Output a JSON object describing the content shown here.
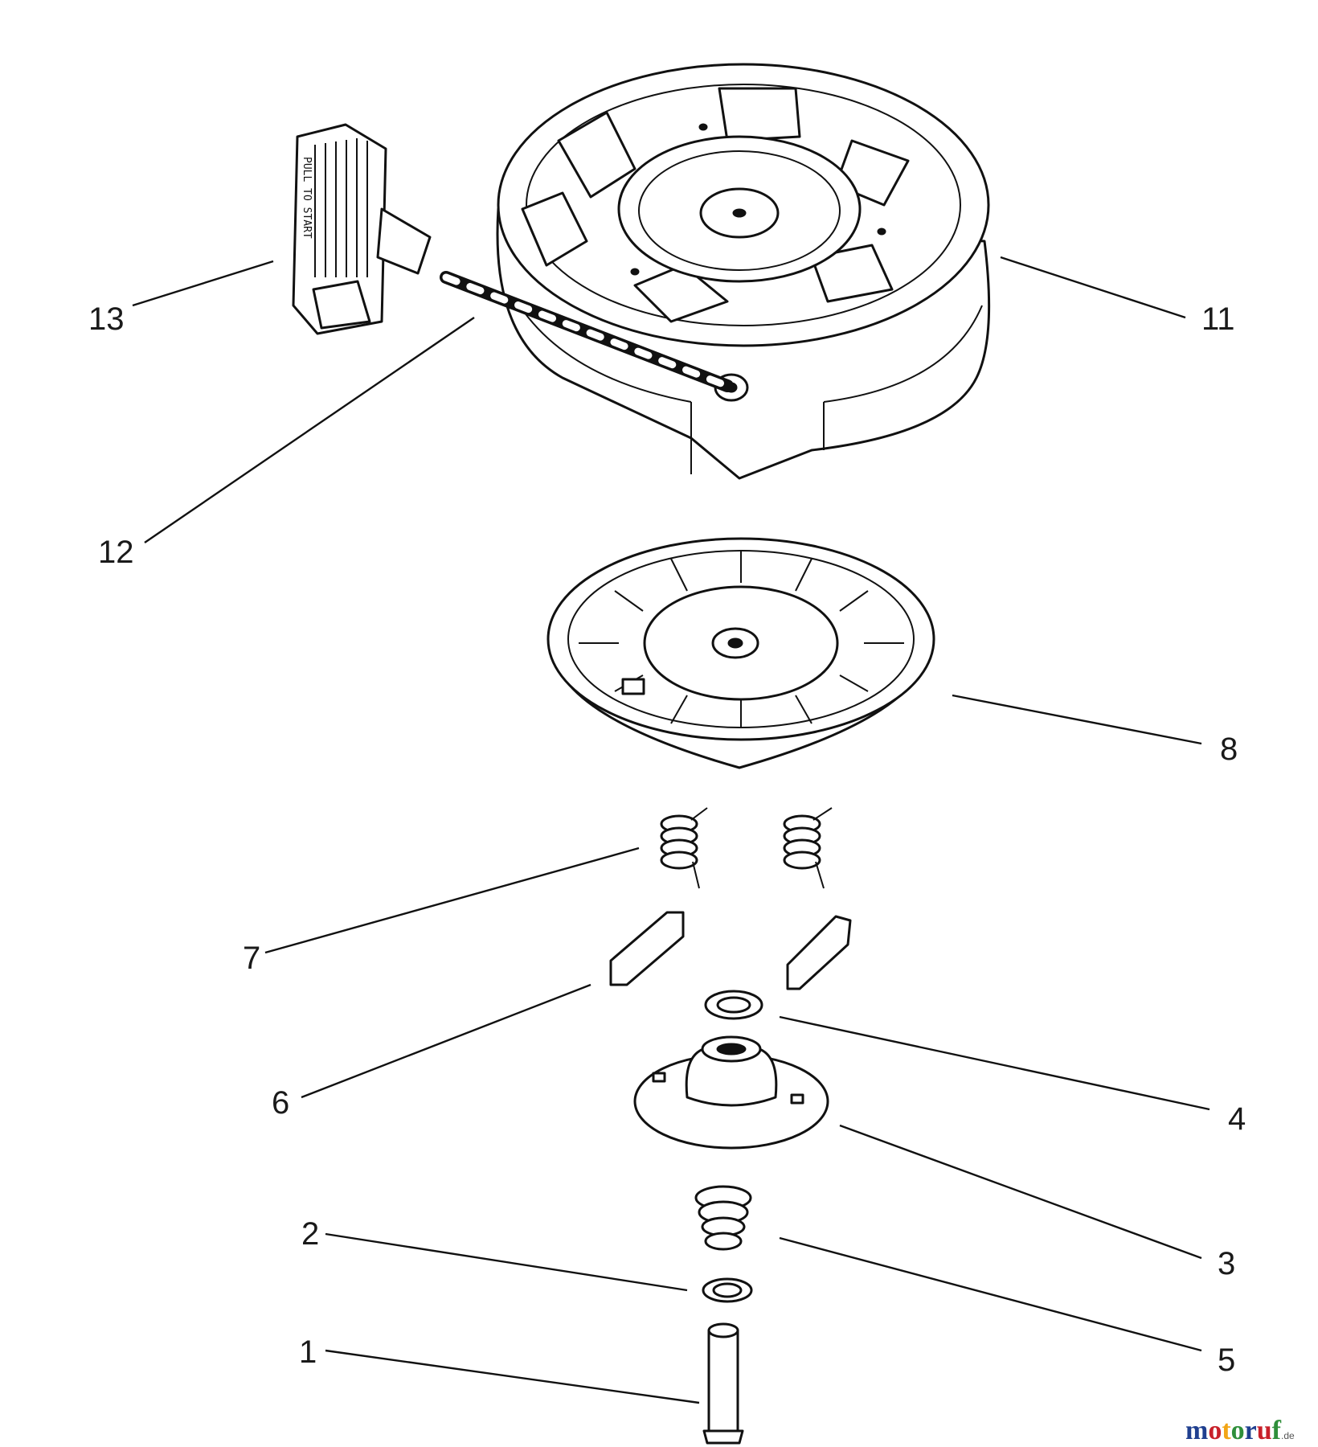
{
  "callouts": [
    {
      "id": "1",
      "label": "1"
    },
    {
      "id": "2",
      "label": "2"
    },
    {
      "id": "3",
      "label": "3"
    },
    {
      "id": "4",
      "label": "4"
    },
    {
      "id": "5",
      "label": "5"
    },
    {
      "id": "6",
      "label": "6"
    },
    {
      "id": "7",
      "label": "7"
    },
    {
      "id": "8",
      "label": "8"
    },
    {
      "id": "11",
      "label": "11"
    },
    {
      "id": "12",
      "label": "12"
    },
    {
      "id": "13",
      "label": "13"
    }
  ],
  "handle_text": "PULL TO START",
  "watermark": {
    "letters": [
      "m",
      "o",
      "t",
      "o",
      "r",
      "u",
      "f"
    ],
    "colors": [
      "#1f3f8f",
      "#c8202a",
      "#f2a516",
      "#2f8f3a",
      "#1f3f8f",
      "#c8202a",
      "#2f8f3a"
    ],
    "suffix": ".de"
  }
}
